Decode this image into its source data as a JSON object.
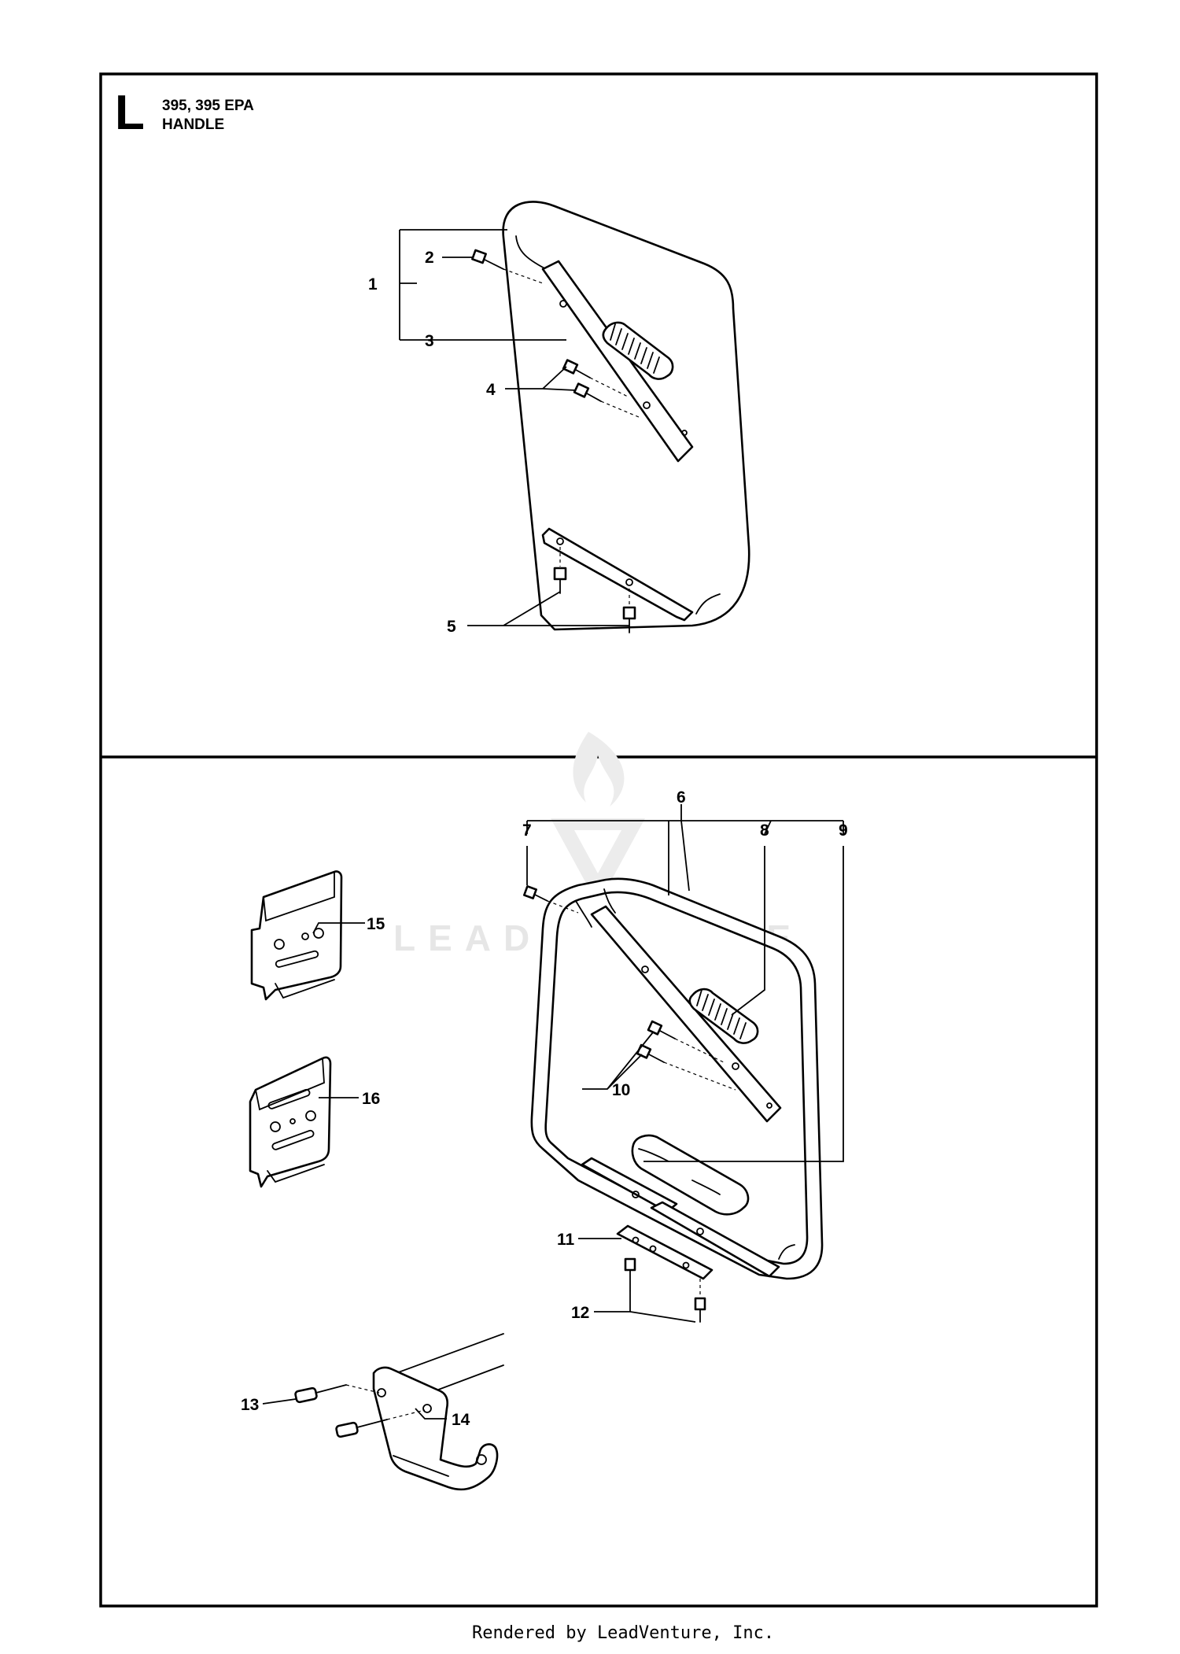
{
  "header": {
    "section_letter": "L",
    "model": "395, 395 EPA",
    "title": "HANDLE"
  },
  "callouts": [
    "1",
    "2",
    "3",
    "4",
    "5",
    "6",
    "7",
    "8",
    "9",
    "10",
    "11",
    "12",
    "13",
    "14",
    "15",
    "16"
  ],
  "watermark": {
    "text": "LEADVENTURE"
  },
  "footer": {
    "text": "Rendered by LeadVenture, Inc."
  }
}
